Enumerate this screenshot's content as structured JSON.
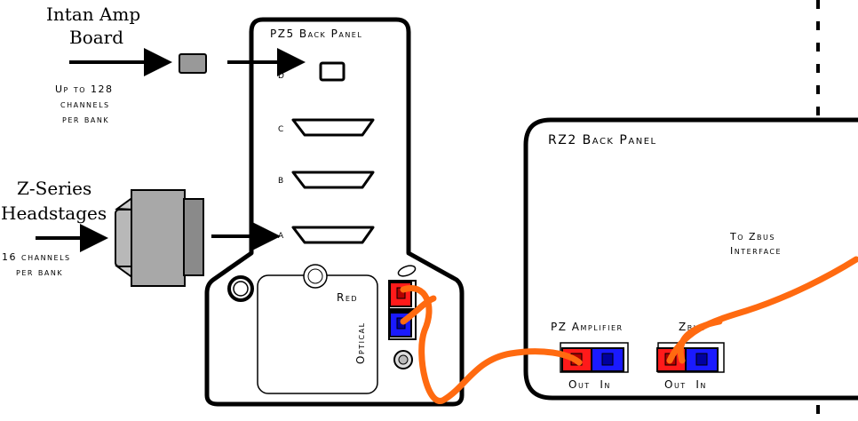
{
  "labels": {
    "intan_title_line1": "Intan Amp",
    "intan_title_line2": "Board",
    "intan_sub_line1": "Up to 128",
    "intan_sub_line2": "channels",
    "intan_sub_line3": "per bank",
    "zseries_title_line1": "Z-Series",
    "zseries_title_line2": "Headstages",
    "zseries_sub_line1": "16 channels",
    "zseries_sub_line2": "per bank",
    "pz5_title": "PZ5 Back Panel",
    "bank_d": "D",
    "bank_c": "C",
    "bank_b": "B",
    "bank_a": "A",
    "red_label": "Red",
    "optical_label": "Optical",
    "rz2_title": "RZ2 Back Panel",
    "zbus_line1": "To Zbus",
    "zbus_line2": "Interface",
    "pz_amp_label": "PZ Amplifier",
    "zbus_port_label": "Zbus",
    "pz_out_in": "Out  In",
    "zbus_out_in": "Out  In"
  },
  "colors": {
    "outline": "#000000",
    "fiber": "#ff6a10",
    "connector_red": "#ff1a1a",
    "connector_blue": "#1a1aff",
    "connector_gray": "#a8a8a8"
  }
}
